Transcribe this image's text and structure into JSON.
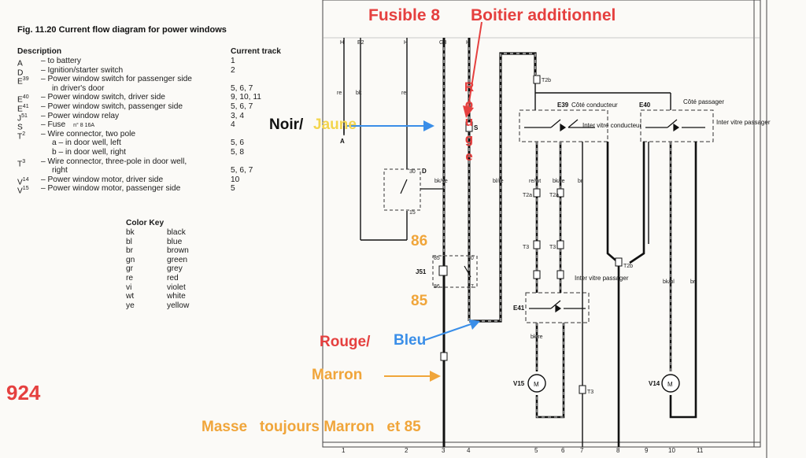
{
  "figure": {
    "title": "Fig. 11.20 Current flow diagram for power windows",
    "description_header": "Description",
    "track_header": "Current track",
    "entries": [
      {
        "code": "A",
        "sup": "",
        "text": "– to battery",
        "track": "1"
      },
      {
        "code": "D",
        "sup": "",
        "text": "– Ignition/starter switch",
        "track": "2"
      },
      {
        "code": "E",
        "sup": "39",
        "text": "– Power window switch for passenger side",
        "track": ""
      },
      {
        "code": "",
        "sup": "",
        "text": "in driver's door",
        "track": "5, 6, 7"
      },
      {
        "code": "E",
        "sup": "40",
        "text": "– Power window switch, driver side",
        "track": "9, 10, 11"
      },
      {
        "code": "E",
        "sup": "41",
        "text": "– Power window switch, passenger side",
        "track": "5, 6, 7"
      },
      {
        "code": "J",
        "sup": "51",
        "text": "– Power window relay",
        "track": "3, 4"
      },
      {
        "code": "S",
        "sup": "",
        "text": "– Fuse",
        "track": "4",
        "note": "n° 8 16A"
      },
      {
        "code": "T",
        "sup": "2",
        "text": "– Wire connector, two pole",
        "track": ""
      },
      {
        "code": "",
        "sup": "",
        "text": "a – in door well, left",
        "track": "5, 6"
      },
      {
        "code": "",
        "sup": "",
        "text": "b – in door well, right",
        "track": "5, 8"
      },
      {
        "code": "T",
        "sup": "3",
        "text": "– Wire connector, three-pole in door well,",
        "track": ""
      },
      {
        "code": "",
        "sup": "",
        "text": "right",
        "track": "5, 6, 7"
      },
      {
        "code": "V",
        "sup": "14",
        "text": "– Power window motor, driver side",
        "track": "10"
      },
      {
        "code": "V",
        "sup": "15",
        "text": "– Power window motor, passenger side",
        "track": "5"
      }
    ],
    "color_key_title": "Color Key",
    "color_key": [
      {
        "abbr": "bk",
        "name": "black"
      },
      {
        "abbr": "bl",
        "name": "blue"
      },
      {
        "abbr": "br",
        "name": "brown"
      },
      {
        "abbr": "gn",
        "name": "green"
      },
      {
        "abbr": "gr",
        "name": "grey"
      },
      {
        "abbr": "re",
        "name": "red"
      },
      {
        "abbr": "vi",
        "name": "violet"
      },
      {
        "abbr": "wt",
        "name": "white"
      },
      {
        "abbr": "ye",
        "name": "yellow"
      }
    ]
  },
  "annotations": {
    "fusible": "Fusible 8",
    "boitier": "Boitier additionnel",
    "noir": "Noir/",
    "jaune": "Jaune",
    "rouge_vertical": [
      "R",
      "o",
      "u",
      "g",
      "e"
    ],
    "relay_86": "86",
    "relay_85": "85",
    "rouge_bleu_a": "Rouge/",
    "rouge_bleu_b": "Bleu",
    "marron": "Marron",
    "masse": "Masse   toujours Marron   et 85",
    "model": "924"
  },
  "diagram_labels": {
    "top_terminals": [
      "H",
      "E2",
      "H",
      "G3",
      "H"
    ],
    "track_numbers": [
      "1",
      "2",
      "3",
      "4",
      "5",
      "6",
      "7",
      "8",
      "9",
      "10",
      "11"
    ],
    "switch_driver_code": "E39",
    "switch_driver_title": "Côté conducteur",
    "switch_driver_label": "Inter vitre conducteur",
    "switch_pass_code": "E40",
    "switch_pass_title": "Côté passager",
    "switch_pass_label": "Inter vitre passager",
    "switch_door_code": "E41",
    "switch_door_label": "Inter vitre passager",
    "relay_code": "J51",
    "fuse_code": "S",
    "ign_code": "D",
    "battery_code": "A",
    "motor_left_code": "V15",
    "motor_right_code": "V14",
    "motor_symbol": "M",
    "wire_codes": [
      "re",
      "bk",
      "re",
      "bk/ye",
      "bl/re",
      "re/wt",
      "bk/re",
      "br",
      "bk/bl",
      "bk/re",
      "br"
    ],
    "connector_codes": [
      "T2a",
      "T2a",
      "T3",
      "T3",
      "T2b",
      "T2b",
      "T3"
    ],
    "relay_pins": [
      "30",
      "85",
      "86",
      "87"
    ],
    "ign_pins": [
      "30",
      "15"
    ]
  },
  "colors": {
    "annotation_red": "#e5403f",
    "annotation_orange": "#f0a53a",
    "annotation_blue": "#3a8ee8",
    "annotation_yellow": "#f3d54e"
  }
}
